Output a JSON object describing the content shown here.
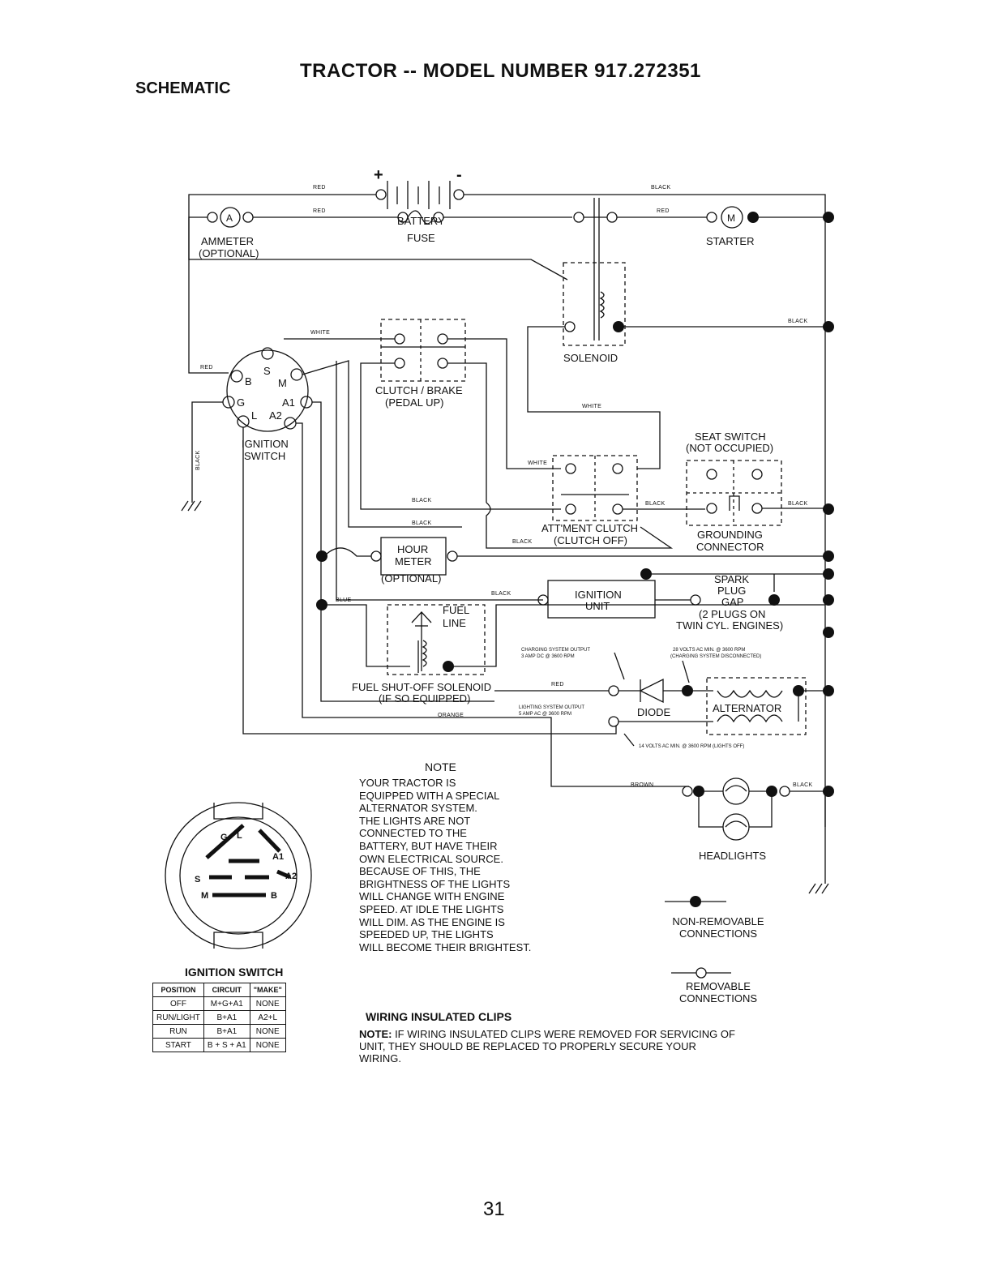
{
  "header": {
    "title": "TRACTOR -- MODEL NUMBER 917.272351",
    "subtitle": "SCHEMATIC"
  },
  "components": {
    "battery": "BATTERY",
    "battery_plus": "+",
    "battery_minus": "-",
    "ammeter": "AMMETER",
    "ammeter_note": "(OPTIONAL)",
    "ammeter_symbol": "A",
    "fuse": "FUSE",
    "starter": "STARTER",
    "starter_symbol": "M",
    "solenoid": "SOLENOID",
    "clutch_brake": "CLUTCH / BRAKE",
    "clutch_brake_note": "(PEDAL UP)",
    "ignition_switch": "IGNITION",
    "ignition_switch_2": "SWITCH",
    "seat_switch": "SEAT SWITCH",
    "seat_switch_note": "(NOT OCCUPIED)",
    "attachment_clutch": "ATT'MENT CLUTCH",
    "attachment_clutch_note": "(CLUTCH OFF)",
    "grounding_connector": "GROUNDING",
    "grounding_connector_2": "CONNECTOR",
    "hour_meter": "HOUR",
    "hour_meter_2": "METER",
    "hour_meter_note": "(OPTIONAL)",
    "ignition_unit": "IGNITION",
    "ignition_unit_2": "UNIT",
    "spark_plug": "SPARK",
    "spark_plug_2": "PLUG",
    "spark_plug_3": "GAP",
    "spark_plug_note": "(2 PLUGS ON",
    "spark_plug_note_2": "TWIN CYL. ENGINES)",
    "fuel_line": "FUEL",
    "fuel_line_2": "LINE",
    "fuel_solenoid": "FUEL SHUT-OFF SOLENOID",
    "fuel_solenoid_note": "(IF SO EQUIPPED)",
    "diode": "DIODE",
    "alternator": "ALTERNATOR",
    "headlights": "HEADLIGHTS",
    "terminals": {
      "b": "B",
      "s": "S",
      "m": "M",
      "g": "G",
      "a1": "A1",
      "l": "L",
      "a2": "A2"
    }
  },
  "wires": {
    "red": "RED",
    "black": "BLACK",
    "white": "WHITE",
    "blue": "BLUE",
    "orange": "ORANGE",
    "brown": "BROWN"
  },
  "specs": {
    "charging_output": "CHARGING SYSTEM OUTPUT",
    "charging_output_2": "3 AMP DC @ 3600 RPM",
    "volts_disconnected": "28 VOLTS AC MIN. @ 3600 RPM",
    "volts_disconnected_2": "(CHARGING SYSTEM DISCONNECTED)",
    "lighting_output": "LIGHTING SYSTEM OUTPUT",
    "lighting_output_2": "5 AMP AC @ 3600 RPM",
    "lights_off": "14 VOLTS AC MIN. @ 3600 RPM (LIGHTS OFF)"
  },
  "note": {
    "title": "NOTE",
    "body": "YOUR TRACTOR IS\nEQUIPPED WITH A SPECIAL\nALTERNATOR SYSTEM.\nTHE LIGHTS ARE NOT\nCONNECTED TO THE\nBATTERY, BUT HAVE THEIR\nOWN ELECTRICAL SOURCE.\nBECAUSE OF THIS, THE\nBRIGHTNESS OF THE LIGHTS\nWILL CHANGE WITH ENGINE\nSPEED.  AT IDLE THE LIGHTS\nWILL DIM.  AS THE ENGINE IS\nSPEEDED UP, THE LIGHTS\nWILL BECOME THEIR BRIGHTEST."
  },
  "ignition_switch_detail": {
    "title": "IGNITION SWITCH",
    "pins": {
      "g": "G",
      "l": "L",
      "a1": "A1",
      "a2": "A2",
      "s": "S",
      "m": "M",
      "b": "B"
    },
    "headers": [
      "POSITION",
      "CIRCUIT",
      "\"MAKE\""
    ],
    "rows": [
      [
        "OFF",
        "M+G+A1",
        "NONE"
      ],
      [
        "RUN/LIGHT",
        "B+A1",
        "A2+L"
      ],
      [
        "RUN",
        "B+A1",
        "NONE"
      ],
      [
        "START",
        "B + S + A1",
        "NONE"
      ]
    ]
  },
  "legend": {
    "fixed": "NON-REMOVABLE",
    "fixed_2": "CONNECTIONS",
    "removable": "REMOVABLE",
    "removable_2": "CONNECTIONS"
  },
  "clips": {
    "title": "WIRING INSULATED CLIPS",
    "note_label": "NOTE:",
    "note_text": " IF WIRING INSULATED CLIPS WERE REMOVED FOR SERVICING OF UNIT, THEY SHOULD BE REPLACED TO PROPERLY SECURE YOUR WIRING."
  },
  "page_number": "31"
}
